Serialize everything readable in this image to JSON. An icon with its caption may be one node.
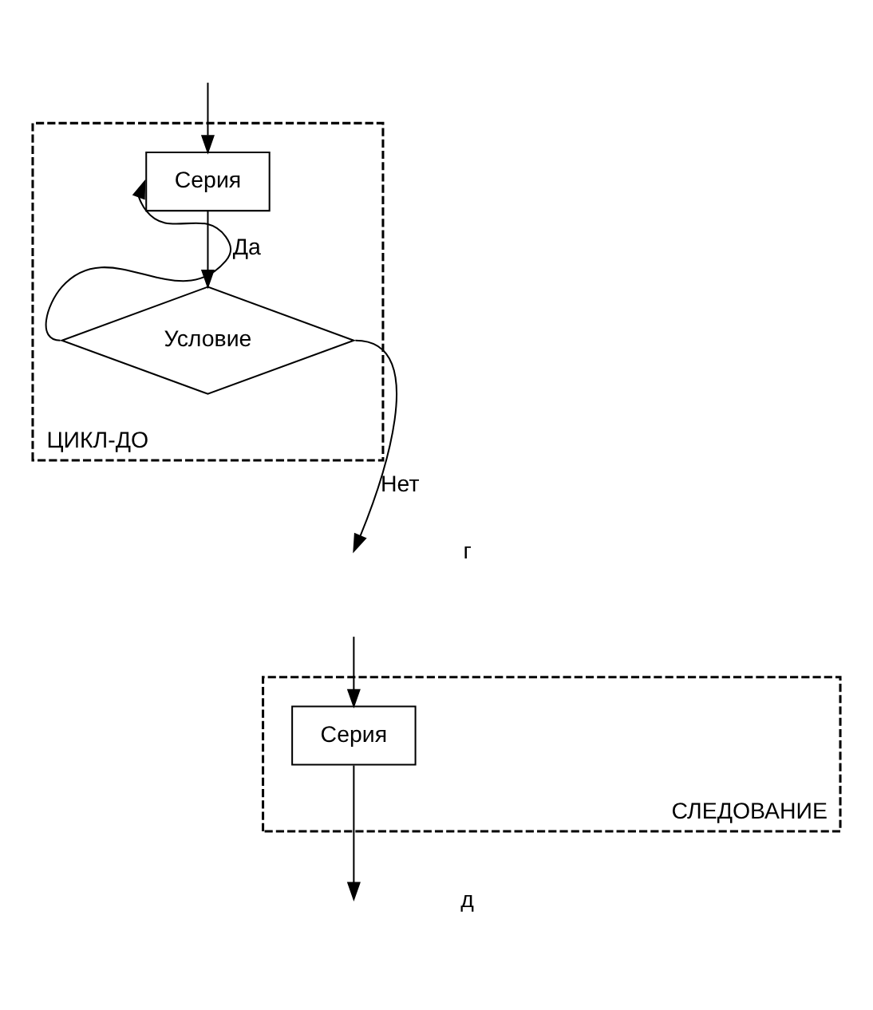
{
  "diagram": {
    "nodes": [
      {
        "text": [
          "ЦИКЛ-ДО"
        ]
      },
      {
        "text": [
          "Серия"
        ],
        "in": 0
      },
      {
        "text": [
          "Условие"
        ],
        "in": 0
      },
      {
        "text": [
          "СЛЕДОВАНИЕ"
        ]
      },
      {
        "text": [
          "Серия"
        ],
        "in": 3
      }
    ],
    "edges": [
      {
        "from": null,
        "to": 1,
        "arrow": "to"
      },
      {
        "from": 1,
        "to": 2,
        "arrow": "to"
      },
      {
        "from": 2,
        "to": 1,
        "arrow": "to",
        "label": "Да"
      },
      {
        "from": 2,
        "to": null,
        "arrow": "to",
        "label": "Нет"
      },
      {
        "from": 4,
        "to": null,
        "arrow": "to"
      },
      {
        "from": null,
        "to": 4,
        "arrow": "to"
      }
    ],
    "labels": [
      "г",
      "д"
    ]
  }
}
